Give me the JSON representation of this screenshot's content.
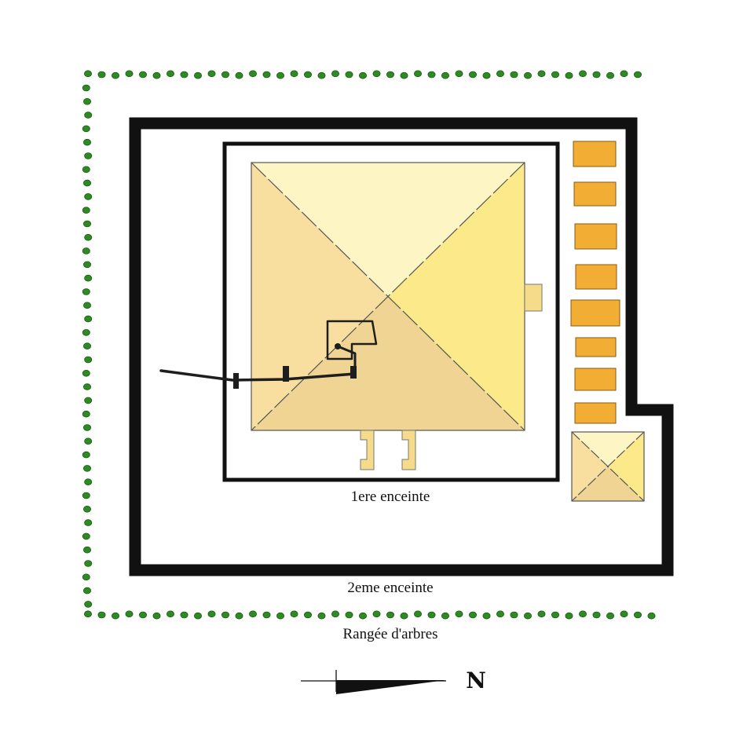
{
  "labels": {
    "first_enclosure": "1ere enceinte",
    "second_enclosure": "2eme enceinte",
    "tree_row": "Rangée d'arbres",
    "north": "N"
  },
  "icons": {
    "north_arrow": "north-arrow-icon",
    "tree": "tree-dot-icon"
  },
  "colors": {
    "wall": "#111111",
    "tree": "#2e8b23",
    "tree_outline": "#1a5c14",
    "pyramid_top_face": "#fdf5c4",
    "pyramid_right_face": "#fbe98a",
    "pyramid_left_face": "#f8dfa0",
    "pyramid_bottom_face": "#f0d493",
    "mastaba": "#f2ad35",
    "mastaba_outline": "#8a5a12",
    "annex": "#f6dc8a",
    "passage": "#1e1e1e"
  }
}
